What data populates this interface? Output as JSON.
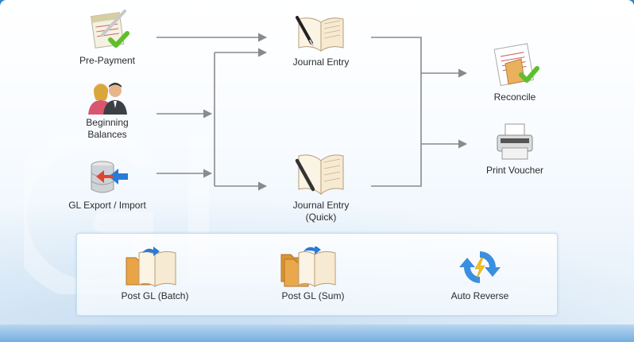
{
  "workflow": {
    "inputs": [
      {
        "label": "Pre-Payment",
        "icon": "form-checkmark-icon"
      },
      {
        "label": "Beginning\nBalances",
        "icon": "users-icon"
      },
      {
        "label": "GL Export / Import",
        "icon": "database-import-icon"
      }
    ],
    "entries": [
      {
        "label": "Journal Entry",
        "icon": "journal-book-pen-icon"
      },
      {
        "label": "Journal Entry\n(Quick)",
        "icon": "journal-book-pen-quick-icon"
      }
    ],
    "outputs": [
      {
        "label": "Reconcile",
        "icon": "document-checkmark-icon"
      },
      {
        "label": "Print Voucher",
        "icon": "printer-icon"
      }
    ],
    "posting": [
      {
        "label": "Post GL (Batch)",
        "icon": "folder-book-batch-icon"
      },
      {
        "label": "Post GL (Sum)",
        "icon": "folders-book-sum-icon"
      },
      {
        "label": "Auto Reverse",
        "icon": "auto-reverse-arrows-icon"
      }
    ]
  },
  "colors": {
    "accent": "#2f86c9",
    "connector": "#8a8a8a"
  }
}
